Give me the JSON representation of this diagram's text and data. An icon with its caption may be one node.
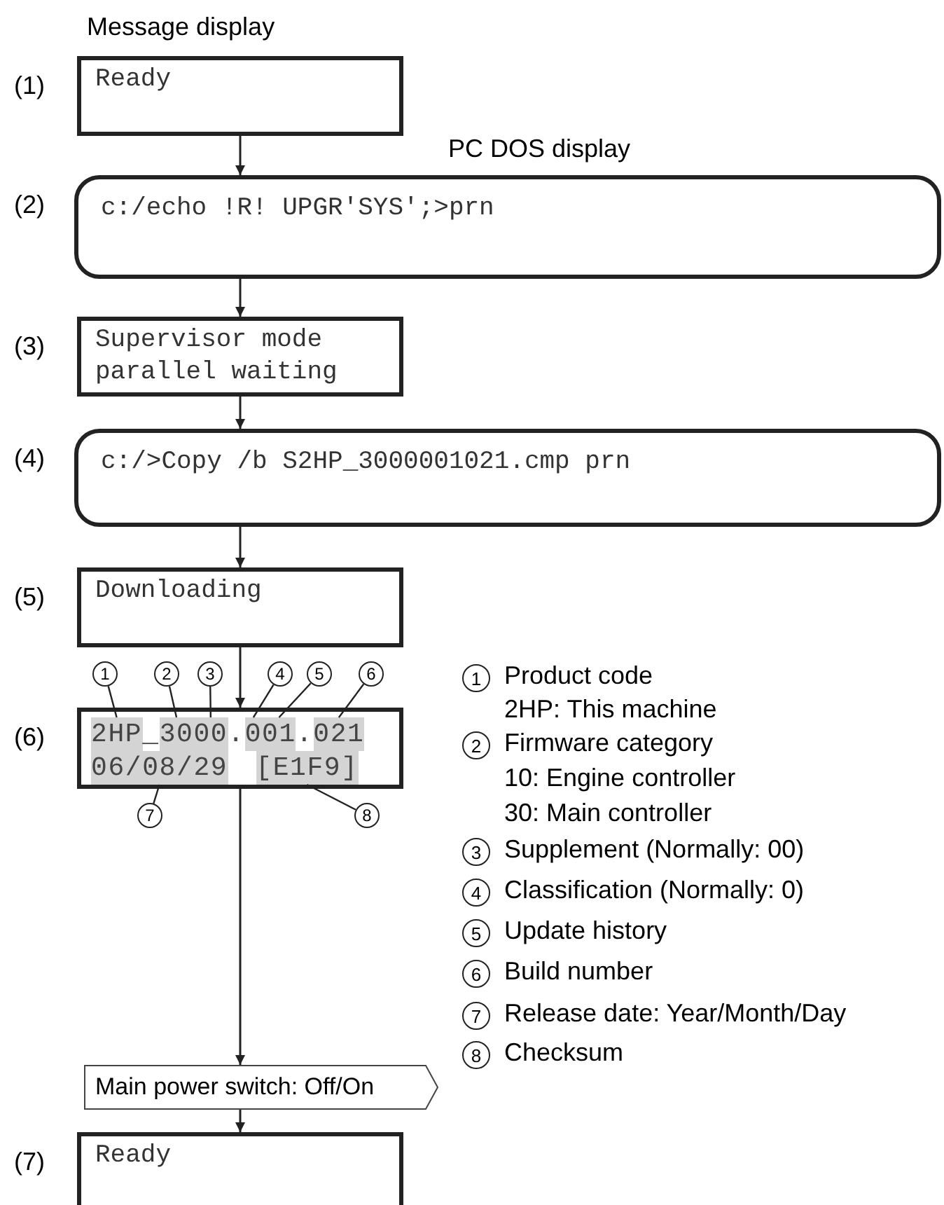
{
  "diagram": {
    "nodes": [
      {
        "text": [
          "Ready"
        ],
        "beside": [
          "(1)"
        ]
      },
      {
        "text": [
          "c:/echo !R! UPGR'SYS';>prn"
        ],
        "beside": [
          "(2)"
        ]
      },
      {
        "text": [
          "Supervisor mode parallel waiting"
        ],
        "beside": [
          "(3)"
        ]
      },
      {
        "text": [
          "c:/>Copy /b S2HP_3000001021.cmp prn"
        ],
        "beside": [
          "(4)"
        ]
      },
      {
        "text": [
          "Downloading"
        ],
        "beside": [
          "(5)"
        ]
      },
      {
        "text": [
          "_",
          ".",
          "."
        ],
        "beside": [
          "(6)"
        ]
      },
      {
        "text": [
          "2HP"
        ],
        "in": 5
      },
      {
        "text": [
          "30"
        ],
        "in": 5
      },
      {
        "text": [
          "00"
        ],
        "in": 5
      },
      {
        "text": [
          "0"
        ],
        "in": 5
      },
      {
        "text": [
          "01"
        ],
        "in": 5
      },
      {
        "text": [
          "021"
        ],
        "in": 5
      },
      {
        "text": [
          "06/08/29"
        ],
        "in": 5
      },
      {
        "text": [
          "[E1F9]"
        ],
        "in": 5
      },
      {
        "text": [
          "1"
        ]
      },
      {
        "text": [
          "2"
        ]
      },
      {
        "text": [
          "3"
        ]
      },
      {
        "text": [
          "4"
        ]
      },
      {
        "text": [
          "5"
        ]
      },
      {
        "text": [
          "6"
        ]
      },
      {
        "text": [
          "7"
        ]
      },
      {
        "text": [
          "8"
        ]
      },
      {
        "text": [
          "Main power switch: Off/On"
        ]
      },
      {
        "text": [
          "Ready"
        ],
        "beside": [
          "(7)"
        ]
      }
    ],
    "edges": [
      {
        "from": 0,
        "to": 1,
        "arrow": "to"
      },
      {
        "from": 1,
        "to": 2,
        "arrow": "to"
      },
      {
        "from": 2,
        "to": 3,
        "arrow": "to"
      },
      {
        "from": 3,
        "to": 4,
        "arrow": "to"
      },
      {
        "from": 4,
        "to": 5,
        "arrow": "to"
      },
      {
        "from": 5,
        "to": 22,
        "arrow": "to"
      },
      {
        "from": 22,
        "to": 23,
        "arrow": "to"
      },
      {
        "from": 14,
        "to": 6,
        "arrow": "none"
      },
      {
        "from": 15,
        "to": 7,
        "arrow": "none"
      },
      {
        "from": 16,
        "to": 8,
        "arrow": "none"
      },
      {
        "from": 17,
        "to": 9,
        "arrow": "none"
      },
      {
        "from": 18,
        "to": 10,
        "arrow": "none"
      },
      {
        "from": 19,
        "to": 11,
        "arrow": "none"
      },
      {
        "from": 20,
        "to": 12,
        "arrow": "none"
      },
      {
        "from": 21,
        "to": 13,
        "arrow": "none"
      }
    ],
    "labels": [
      "Message display",
      "PC DOS display",
      "1",
      "Product code",
      "2HP: This machine",
      "2",
      "Firmware category",
      "10: Engine controller",
      "30: Main controller",
      "3",
      "Supplement (Normally: 00)",
      "4",
      "Classification (Normally: 0)",
      "5",
      "Update history",
      "6",
      "Build number",
      "7",
      "Release date: Year/Month/Day",
      "8",
      "Checksum"
    ]
  }
}
